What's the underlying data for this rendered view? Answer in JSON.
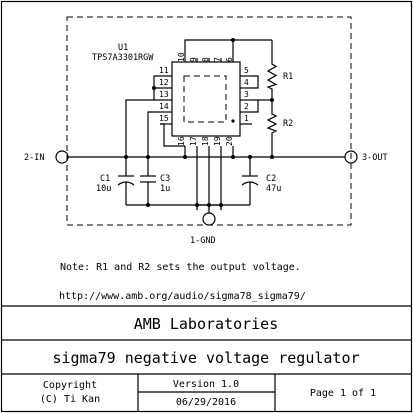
{
  "component": {
    "ref": "U1",
    "part": "TPS7A3301RGW",
    "pins_top": [
      "10",
      "9",
      "8",
      "7",
      "6"
    ],
    "pins_left": [
      "11",
      "12",
      "13",
      "14",
      "15"
    ],
    "pins_right": [
      "5",
      "4",
      "3",
      "2",
      "1"
    ],
    "pins_bottom": [
      "16",
      "17",
      "18",
      "19",
      "20"
    ]
  },
  "resistors": {
    "r1": "R1",
    "r2": "R2"
  },
  "capacitors": {
    "c1_ref": "C1",
    "c1_val": "10u",
    "c3_ref": "C3",
    "c3_val": "1u",
    "c2_ref": "C2",
    "c2_val": "47u"
  },
  "ports": {
    "input": "2-IN",
    "output": "3-OUT",
    "ground": "1-GND"
  },
  "note": "Note: R1 and R2 sets the output voltage.",
  "url": "http://www.amb.org/audio/sigma78_sigma79/",
  "title_block": {
    "company": "AMB Laboratories",
    "title": "sigma79 negative voltage regulator",
    "copyright_line1": "Copyright",
    "copyright_line2": "(C) Ti Kan",
    "version": "Version 1.0",
    "date": "06/29/2016",
    "page": "Page 1 of 1"
  }
}
